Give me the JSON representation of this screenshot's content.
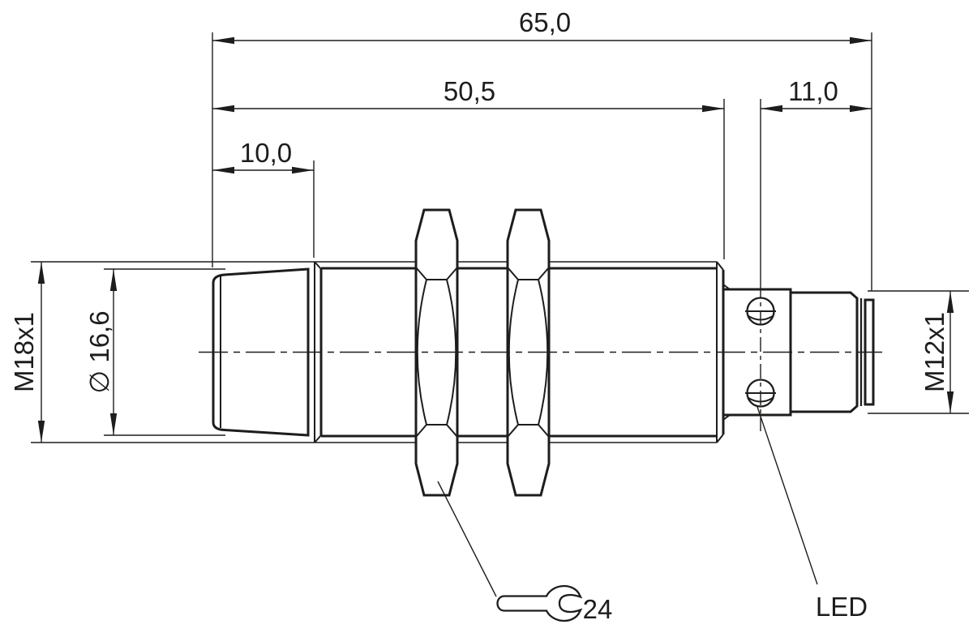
{
  "drawing": {
    "type": "technical-dimension-drawing",
    "subject": "cylindrical-proximity-sensor-side-view",
    "colors": {
      "line": "#1d1d1b",
      "background": "#ffffff"
    }
  },
  "labels": {
    "dim_overall_length": "65,0",
    "dim_body_length": "50,5",
    "dim_head_length": "10,0",
    "dim_connector_length": "11,0",
    "thread_front": "M18x1",
    "diameter_face": "∅ 16,6",
    "thread_connector": "M12x1",
    "wrench_size": "24",
    "led_label": "LED"
  }
}
